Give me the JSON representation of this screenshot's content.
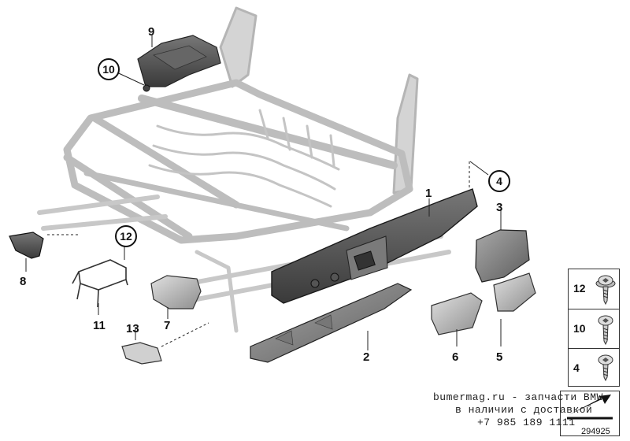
{
  "callouts": {
    "c1": "1",
    "c2": "2",
    "c3": "3",
    "c4": "4",
    "c5": "5",
    "c6": "6",
    "c7": "7",
    "c8": "8",
    "c9": "9",
    "c10": "10",
    "c11": "11",
    "c12": "12",
    "c13": "13"
  },
  "screw_panel": [
    {
      "num": "12",
      "icon": "torx-screw-washer-icon"
    },
    {
      "num": "10",
      "icon": "torx-screw-icon"
    },
    {
      "num": "4",
      "icon": "torx-screw-short-icon"
    }
  ],
  "diagram_number": "294925",
  "watermark": {
    "line1": "bumermag.ru - запчасти BMW",
    "line2": "в наличии с доставкой",
    "line3": "+7 985 189 1111"
  },
  "colors": {
    "frame_gray": "#c9c9c9",
    "part_dark": "#555555",
    "part_mid": "#8a8a8a",
    "part_light": "#b8b8b8",
    "line": "#222222"
  }
}
